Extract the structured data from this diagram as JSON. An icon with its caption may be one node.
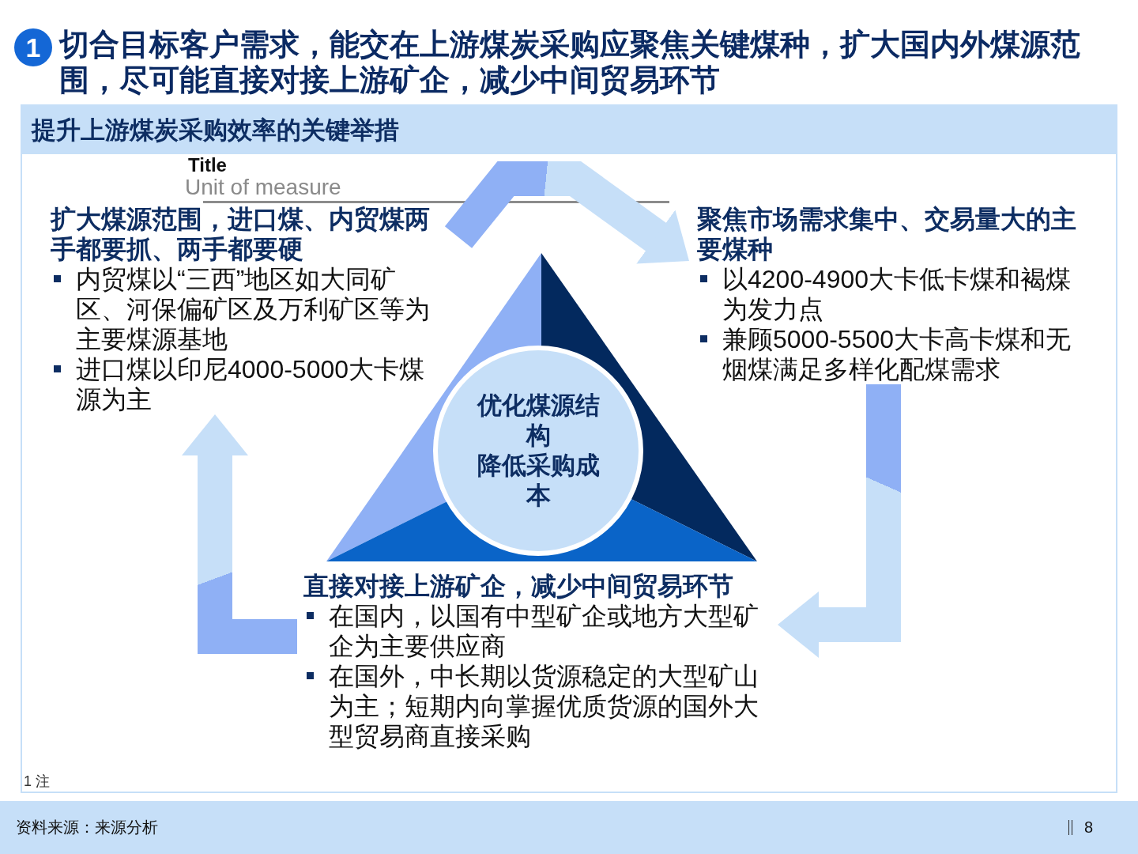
{
  "diagram": {
    "title": "切合目标客户需求，能交在上游煤炭采购应聚焦关键煤种，扩大国内外煤源范围，尽可能直接对接上游矿企，减少中间贸易环节",
    "nodes": [
      {
        "text": [
          "提升上游煤炭采购效率的关键举措"
        ]
      },
      {
        "text": [
          "扩大煤源范围，进口煤、内贸煤两手都要抓、两手都要硬",
          "内贸煤以“三西”地区如大同矿区、河保偏矿区及万利矿区等为主要煤源基地",
          "进口煤以印尼4000-5000大卡煤源为主"
        ],
        "in": 0
      },
      {
        "text": [
          "聚焦市场需求集中、交易量大的主要煤种",
          "以4200-4900大卡低卡煤和褐煤为发力点",
          "兼顾5000-5500大卡高卡煤和无烟煤满足多样化配煤需求"
        ],
        "in": 0
      },
      {
        "text": [
          "优化煤源结构",
          "降低采购成本"
        ],
        "in": 0
      },
      {
        "text": [
          "直接对接上游矿企，减少中间贸易环节",
          "在国内，以国有中型矿企或地方大型矿企为主要供应商",
          "在国外，中长期以货源稳定的大型矿山为主；短期内向掌握优质货源的国外大型贸易商直接采购"
        ],
        "in": 0
      }
    ],
    "edges": [
      {
        "from": 1,
        "to": 2,
        "arrow": "to"
      },
      {
        "from": 2,
        "to": 4,
        "arrow": "to"
      },
      {
        "from": 4,
        "to": 1,
        "arrow": "to"
      }
    ],
    "labels": [
      "1",
      "Title",
      "Unit of measure",
      "1 注",
      "资料来源：来源分析",
      "8"
    ]
  }
}
